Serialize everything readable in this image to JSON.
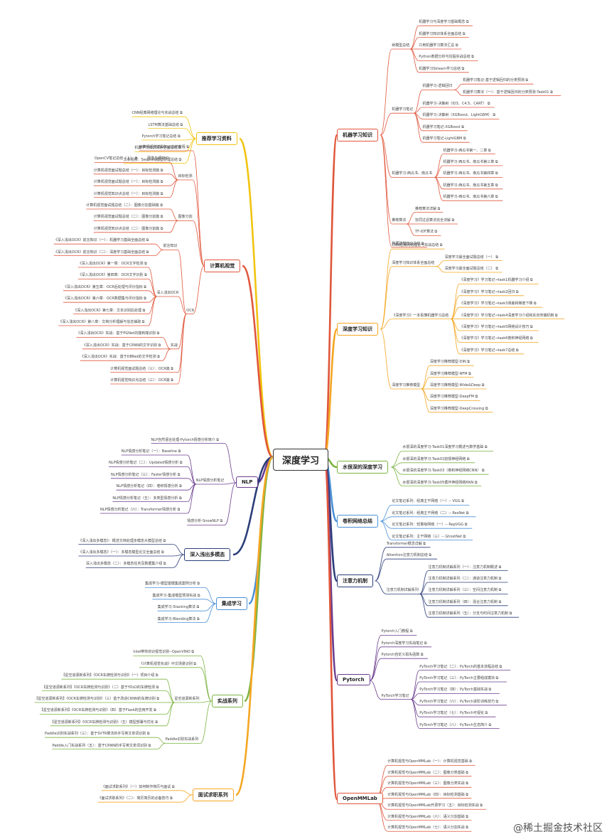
{
  "root": {
    "label": "深度学习"
  },
  "colors": {
    "red": "#e0563b",
    "orange": "#f5a623",
    "yellow": "#f1c40f",
    "purple": "#6a3d8f",
    "green": "#7cb342",
    "blue": "#4a90d9",
    "navy": "#2c3e7a",
    "grey": "#777777"
  },
  "icon": "link-icon",
  "topics": [
    {
      "label": "机器学习知识",
      "color": "red",
      "children": [
        {
          "label": "树模型总结",
          "children": [
            {
              "label": "机器学习与深度学习基础概念",
              "link": true
            },
            {
              "label": "机器学习知识体系全面总结",
              "link": true
            },
            {
              "label": "只用机器学习算法汇总",
              "link": true
            },
            {
              "label": "Python数据分析与挖掘实战总结",
              "link": true
            },
            {
              "label": "机器学习Sklearn学习总结",
              "link": true
            }
          ]
        },
        {
          "label": "机器学习笔记",
          "children": [
            {
              "label": "机器学习-逻辑回归",
              "children": [
                {
                  "label": "机器学习笔记-基于逻辑回归的分类预测",
                  "link": true
                },
                {
                  "label": "机器学习算法（一）：基于逻辑回归的分类预测-Task01",
                  "link": true
                }
              ]
            },
            {
              "label": "机器学习-决策树（ID3、C4.5、CART）",
              "link": true
            },
            {
              "label": "机器学习-决策树（XGBoost、LightGBM）",
              "link": true
            },
            {
              "label": "机器学习笔记-XGBoost",
              "link": true
            },
            {
              "label": "机器学习笔记-LightGBM",
              "link": true
            }
          ]
        },
        {
          "label": "机器学习-西瓜书、南瓜书",
          "children": [
            {
              "label": "机器学习-西瓜书第一、二章",
              "link": true
            },
            {
              "label": "机器学习-西瓜书、南瓜书第三章",
              "link": true
            },
            {
              "label": "机器学习-西瓜书、南瓜书第四章",
              "link": true
            },
            {
              "label": "机器学习-西瓜书、南瓜书第五章",
              "link": true
            },
            {
              "label": "机器学习-西瓜书、南瓜书第六章",
              "link": true
            }
          ]
        },
        {
          "label": "推荐算法",
          "children": [
            {
              "label": "推荐算法详解",
              "link": true
            },
            {
              "label": "协同过滤算法完全详解",
              "link": true
            },
            {
              "label": "TF-IDF算法",
              "link": true
            }
          ]
        },
        {
          "label": "数据建模知识总结",
          "link": true
        }
      ]
    },
    {
      "label": "深度学习知识",
      "color": "orange",
      "children": [
        {
          "label": "CNN经典网络理论与实战总结",
          "link": true
        },
        {
          "label": "深度学习知识体系全面总结",
          "children": [
            {
              "label": "深度学习最全面试题总结（一）",
              "link": true
            },
            {
              "label": "深度学习最全面试题总结（二）",
              "link": true
            }
          ]
        },
        {
          "label": "《深度学习》一本看懂机器学习总结",
          "children": [
            {
              "label": "《深度学习》学习笔记→task1机器学习介绍",
              "link": true
            },
            {
              "label": "《深度学习》学习笔记→task2回归",
              "link": true
            },
            {
              "label": "《深度学习》学习笔记→task3误差和梯度下降",
              "link": true
            },
            {
              "label": "《深度学习》学习笔记→task4深度学习介绍和反向传播机制",
              "link": true
            },
            {
              "label": "《深度学习》学习笔记→task5网络设计技巧",
              "link": true
            },
            {
              "label": "《深度学习》学习笔记→task6卷积神经网络",
              "link": true
            },
            {
              "label": "《深度学习》学习笔记→task7总结",
              "link": true
            }
          ]
        },
        {
          "label": "深度学习推荐模型",
          "children": [
            {
              "label": "深度学习推荐模型-DIN",
              "link": true
            },
            {
              "label": "深度学习推荐模型-NFM",
              "link": true
            },
            {
              "label": "深度学习推荐模型-Wide&Deep",
              "link": true
            },
            {
              "label": "深度学习推荐模型-DeepFM",
              "link": true
            },
            {
              "label": "深度学习推荐模型-DeepCrossing",
              "link": true
            }
          ]
        }
      ]
    },
    {
      "label": "水很深的深度学习",
      "color": "green",
      "children": [
        {
          "label": "水很深的深度学习-Task01深度学习概述与数学基础",
          "link": true
        },
        {
          "label": "水很深的深度学习-Task02前馈神经网络",
          "link": true
        },
        {
          "label": "水很深的深度学习-Task03（卷积神经网络CNN）",
          "link": true
        },
        {
          "label": "水很深的深度学习-Task05循环神经网络RNN",
          "link": true
        }
      ]
    },
    {
      "label": "卷积网络总结",
      "color": "blue",
      "children": [
        {
          "label": "论文笔记系列：经典主干网络（一）-- VGG",
          "link": true
        },
        {
          "label": "论文笔记系列：经典主干网络（二）-- ResNet",
          "link": true
        },
        {
          "label": "论文笔记系列：轻量级网络（一）-- RepVGG",
          "link": true
        },
        {
          "label": "论文笔记系列：主干网络（三）-- GhostNet",
          "link": true
        }
      ]
    },
    {
      "label": "注意力机制",
      "color": "navy",
      "children": [
        {
          "label": "Transformer概念详解",
          "link": true
        },
        {
          "label": "Attention注意力机制总结",
          "link": true
        },
        {
          "label": "注意力机制详解系列",
          "children": [
            {
              "label": "注意力机制详解系列（一）：注意力机制概述",
              "link": true
            },
            {
              "label": "注意力机制详解系列（二）：通道注意力机制",
              "link": true
            },
            {
              "label": "注意力机制详解系列（三）：空间注意力机制",
              "link": true
            },
            {
              "label": "注意力机制详解系列（四）：混合注意力机制",
              "link": true
            },
            {
              "label": "注意力机制详解系列（五）：分支与时间注意力机制",
              "link": true
            }
          ]
        }
      ]
    },
    {
      "label": "Pytorch",
      "color": "purple",
      "children": [
        {
          "label": "Pytorch入门教程",
          "link": true
        },
        {
          "label": "Pytorch深度学习实战笔记",
          "link": true
        },
        {
          "label": "Pytorch自定义损失函数",
          "link": true
        },
        {
          "label": "PyTorch学习笔记",
          "children": [
            {
              "label": "PyTorch学习笔记（二）：PyTorch的基本流程总结",
              "link": true
            },
            {
              "label": "PyTorch学习笔记（三）：PyTorch主要组成模块",
              "link": true
            },
            {
              "label": "PyTorch学习笔记（四）：PyTorch基础实战",
              "link": true
            },
            {
              "label": "PyTorch学习笔记（六）：PyTorch进阶训练技巧",
              "link": true
            },
            {
              "label": "PyTorch学习笔记（七）：PyTorch可视化",
              "link": true
            },
            {
              "label": "PyTorch学习笔记（八）：PyTorch生态简介",
              "link": true
            }
          ]
        }
      ]
    },
    {
      "label": "OpenMMLab",
      "color": "red",
      "children": [
        {
          "label": "计算机视觉与OpenMMLab（一）：计算机视觉基础",
          "link": true
        },
        {
          "label": "计算机视觉与OpenMMLab（二）：图像分类基础",
          "link": true
        },
        {
          "label": "计算机视觉与OpenMMLab（三）：图像分类实战",
          "link": true
        },
        {
          "label": "计算机视觉与OpenMMLab（四）：目标检测基础",
          "link": true
        },
        {
          "label": "计算机视觉与OpenMMLab开源学习（五）：目标检测实战",
          "link": true
        },
        {
          "label": "计算机视觉与OpenMMLab（六）：语义分割基础",
          "link": true
        },
        {
          "label": "计算机视觉与OpenMMLab（七）：语义分割实战",
          "link": true
        }
      ]
    },
    {
      "label": "推荐学习资料",
      "color": "yellow",
      "children": [
        {
          "label": "CNN经典网络理论与实战总结",
          "link": true
        },
        {
          "label": "LSTM算法基础总结",
          "link": true
        },
        {
          "label": "Pytorch学习笔记总结",
          "link": true
        },
        {
          "label": "机器学习知识体系全面总结",
          "link": true
        },
        {
          "label": "文本视频：Seq2seq模型原理总结",
          "link": true
        }
      ]
    },
    {
      "label": "计算机视觉",
      "color": "red",
      "children": [
        {
          "label": "计算机视觉基础知识总结教程",
          "link": true
        },
        {
          "label": "目标检测",
          "children": [
            {
              "label": "图像处理初识",
              "children": [
                {
                  "label": "OpenCV笔记总结（上）",
                  "link": true
                }
              ]
            },
            {
              "label": "计算机视觉面试题总结（一）：目标检测篇",
              "link": true
            },
            {
              "label": "计算机视觉面试题总结（一）：目标检测篇",
              "link": true
            },
            {
              "label": "计算机视觉知识点总结（一）：目标检测篇",
              "link": true
            }
          ]
        },
        {
          "label": "图像分割",
          "children": [
            {
              "label": "计算机视觉面试题总结（二）：图像分割基础篇",
              "link": true
            },
            {
              "label": "计算机视觉面试题总结（二）：图像分割篇",
              "link": true
            },
            {
              "label": "计算机视觉知识点总结（二）：图像分割篇",
              "link": true
            }
          ]
        },
        {
          "label": "OCR",
          "children": [
            {
              "label": "前言知识",
              "children": [
                {
                  "label": "《深入浅出OCR》前言知识（一）：机器学习基础全面总结",
                  "link": true
                },
                {
                  "label": "《深入浅出OCR》前言知识（二）：深度学习基础全面总结",
                  "link": true
                }
              ]
            },
            {
              "label": "深入浅出OCR",
              "children": [
                {
                  "label": "《深入浅出OCR》第一章：OCR文字检测",
                  "link": true
                },
                {
                  "label": "《深入浅出OCR》第四章：OCR文字识别",
                  "link": true
                },
                {
                  "label": "《深入浅出OCR》第五章：OCR后处理与评价指标",
                  "link": true
                },
                {
                  "label": "《深入浅出OCR》第六章：OCR数据集与评价指标",
                  "link": true
                },
                {
                  "label": "《深入浅出OCR》第七章：文本识别后处理",
                  "link": true
                },
                {
                  "label": "《深入浅出OCR》第八章：文档分析理解与信息抽取",
                  "link": true
                }
              ]
            },
            {
              "label": "实战",
              "children": [
                {
                  "label": "《深入浅出OCR》实战：基于PGNet的端到端识别",
                  "link": true
                },
                {
                  "label": "《深入浅出OCR》实战：基于CRNN的文字识别",
                  "link": true
                },
                {
                  "label": "《深入浅出OCR》实战：基于DBNet的文字检测",
                  "link": true
                }
              ]
            },
            {
              "label": "计算机视觉面试题总结（三）：OCR篇",
              "link": true
            },
            {
              "label": "计算机视觉知识点总结（三）：OCR篇",
              "link": true
            }
          ]
        }
      ]
    },
    {
      "label": "NLP",
      "color": "purple",
      "children": [
        {
          "label": "NLP自然语言处理-Pytorch情感分析简介",
          "link": true
        },
        {
          "label": "NLP情感分析笔记",
          "children": [
            {
              "label": "NLP情感分析笔记（一）：Baseline",
              "link": true
            },
            {
              "label": "NLP情感分析笔记（二）：Updated情感分析",
              "link": true
            },
            {
              "label": "NLP情感分析笔记（三）：Faster情感分析",
              "link": true
            },
            {
              "label": "NLP情感分析笔记（四）：卷积情感分析",
              "link": true
            },
            {
              "label": "NLP情感分析笔记（五）：多类型情感分析",
              "link": true
            },
            {
              "label": "NLP情感分析笔记（六）：Transformer情感分析",
              "link": true
            }
          ]
        },
        {
          "label": "情感分析-SnowNLP",
          "link": true
        }
      ]
    },
    {
      "label": "深入浅出多模态",
      "color": "navy",
      "children": [
        {
          "label": "《深入浅出多模态》：概述文档处理多模态大模型总结",
          "link": true
        },
        {
          "label": "《深入浅出多模态》（一）：多模态模型论文全面总结",
          "link": true
        },
        {
          "label": "深入浅出多模态（二）：多模态任务及数据集介绍",
          "link": true
        }
      ]
    },
    {
      "label": "集成学习",
      "color": "blue",
      "children": [
        {
          "label": "集成学习-模型建模集成案例分析",
          "link": true
        },
        {
          "label": "集成学习-集成模型预测实战",
          "link": true
        },
        {
          "label": "集成学习-Stacking算法",
          "link": true
        },
        {
          "label": "集成学习-Blending算法",
          "link": true
        }
      ]
    },
    {
      "label": "实战系列",
      "color": "green",
      "children": [
        {
          "label": "Intel带你初识视觉识别--OpenVINO",
          "link": true
        },
        {
          "label": "《计算机视觉实战》中文场景识别",
          "link": true
        },
        {
          "label": "星空道源新系列",
          "children": [
            {
              "label": "【星空道源新系列】《OCR车牌检测与识别》（一）项目介绍",
              "link": true
            },
            {
              "label": "【星空道源新系列】《OCR车牌检测与识别》（二）基于YOLO的车牌检测",
              "link": true
            },
            {
              "label": "【星空道源新系列】《OCR车牌检测与识别》（三）基于改进CRNN的车牌识别",
              "link": true
            },
            {
              "label": "【星空道源新系列】《OCR车牌检测与识别》（四）基于Flask的应用开发",
              "link": true
            },
            {
              "label": "【星空道源新系列】《OCR车牌检测与识别》（五）模型部署与优化",
              "link": true
            }
          ]
        },
        {
          "label": "Paddle识别实战系列",
          "children": [
            {
              "label": "Paddle识别实战系列（三）：基于SVTR算法的手写英文单词识别",
              "link": true
            },
            {
              "label": "Paddle入门实战系列（五）：基于CRNN的手写英文单词识别",
              "link": true
            }
          ]
        }
      ]
    },
    {
      "label": "面试求职系列",
      "color": "orange",
      "children": [
        {
          "label": "《面试求职系列》（一）如何制作简历与面试",
          "link": true
        },
        {
          "label": "《面试求职系列》（二）：简历简历的必备技巧",
          "link": true
        }
      ]
    }
  ],
  "watermark": "@稀土掘金技术社区"
}
